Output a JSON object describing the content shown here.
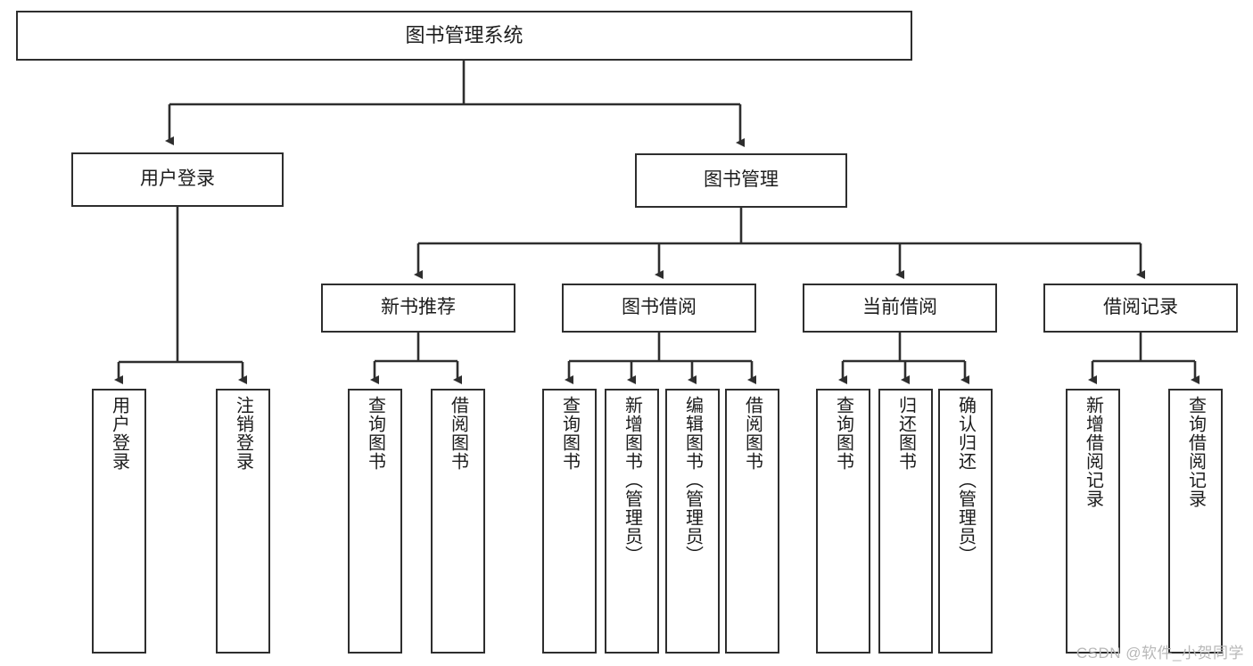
{
  "diagram": {
    "title": "图书管理系统",
    "type": "tree",
    "watermark": "CSDN @软件_小贺同学",
    "colors": {
      "background": "#ffffff",
      "box_border": "#2e2e2e",
      "box_fill": "#ffffff",
      "connector": "#2e2e2e",
      "text": "#1c1c1c",
      "watermark": "#b8b8b8"
    },
    "nodes": {
      "root": {
        "label": "图书管理系统"
      },
      "level2": [
        {
          "label": "用户登录"
        },
        {
          "label": "图书管理"
        }
      ],
      "level3": [
        {
          "label": "新书推荐"
        },
        {
          "label": "图书借阅"
        },
        {
          "label": "当前借阅"
        },
        {
          "label": "借阅记录"
        }
      ],
      "leaves_user_login": [
        {
          "label": "用户登录"
        },
        {
          "label": "注销登录"
        }
      ],
      "leaves_new_book": [
        {
          "label": "查询图书"
        },
        {
          "label": "借阅图书"
        }
      ],
      "leaves_borrow": [
        {
          "label": "查询图书"
        },
        {
          "label": "新增图书（管理员）"
        },
        {
          "label": "编辑图书（管理员）"
        },
        {
          "label": "借阅图书"
        }
      ],
      "leaves_current": [
        {
          "label": "查询图书"
        },
        {
          "label": "归还图书"
        },
        {
          "label": "确认归还（管理员）"
        }
      ],
      "leaves_records": [
        {
          "label": "新增借阅记录"
        },
        {
          "label": "查询借阅记录"
        }
      ]
    }
  }
}
